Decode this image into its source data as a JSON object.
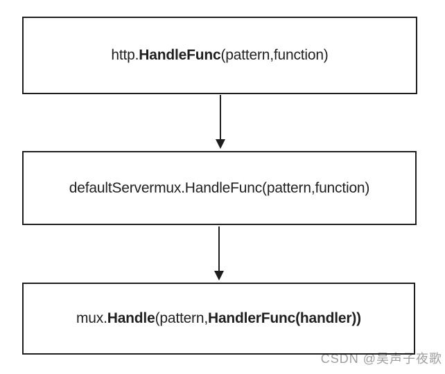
{
  "diagram": {
    "boxes": [
      {
        "id": "http-handlefunc",
        "segments": [
          {
            "t": "http.",
            "bold": false
          },
          {
            "t": "HandleFunc",
            "bold": true
          },
          {
            "t": "(pattern,function)",
            "bold": false
          }
        ]
      },
      {
        "id": "defaultservermux-handlefunc",
        "segments": [
          {
            "t": "defaultServermux.HandleFunc(pattern,function)",
            "bold": false
          }
        ]
      },
      {
        "id": "mux-handle",
        "segments": [
          {
            "t": "mux.",
            "bold": false
          },
          {
            "t": "Handle",
            "bold": true
          },
          {
            "t": "(pattern,",
            "bold": false
          },
          {
            "t": "HandlerFunc(handler))",
            "bold": true
          }
        ]
      }
    ],
    "arrows": [
      {
        "id": "arrow-box1-to-box2",
        "direction": "down"
      },
      {
        "id": "arrow-box2-to-box3",
        "direction": "down"
      }
    ]
  },
  "watermark": {
    "text": "CSDN @吴声子夜歌",
    "color": "#9e9e9e"
  },
  "colors": {
    "background": "#ffffff",
    "border": "#1d1d1d",
    "text": "#1f1f1f"
  }
}
